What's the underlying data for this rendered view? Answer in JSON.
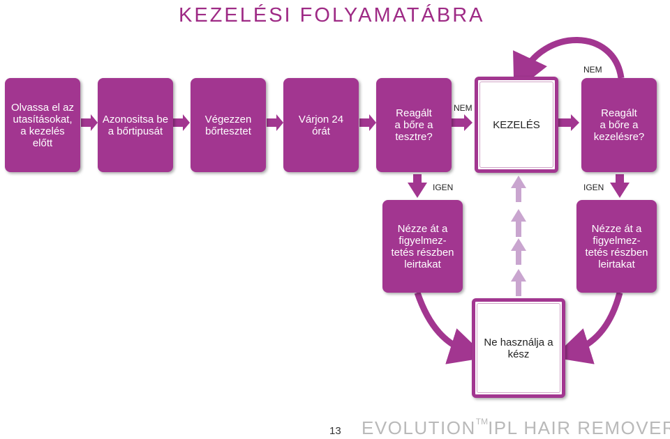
{
  "title": "KEZELÉSI FOLYAMATÁBRA",
  "steps": [
    {
      "id": "read",
      "label": "Olvassa el az\nutasításokat,\na kezelés\nelőtt"
    },
    {
      "id": "skin-type",
      "label": "Azonositsa be\na bőrtipusát"
    },
    {
      "id": "skin-test",
      "label": "Végezzen\nbőrtesztet"
    },
    {
      "id": "wait",
      "label": "Várjon 24\nórát"
    },
    {
      "id": "reacted-test",
      "label": "Reagált\na bőre a\ntesztre?"
    },
    {
      "id": "treatment",
      "label": "KEZELÉS"
    },
    {
      "id": "reacted-treatment",
      "label": "Reagált\na bőre a\nkezelésre?"
    },
    {
      "id": "warnings-1",
      "label": "Nézze át a\nfigyelmez-\ntetés részben\nleirtakat"
    },
    {
      "id": "warnings-2",
      "label": "Nézze át a\nfigyelmez-\ntetés részben\nleirtakat"
    },
    {
      "id": "do-not-use",
      "label": "Ne használja a\nkész"
    }
  ],
  "labels": {
    "no_top": "NEM",
    "no_mid": "NEM",
    "yes_left": "IGEN",
    "yes_right": "IGEN"
  },
  "footer": {
    "page_number": "13",
    "brand": "EVOLUTION",
    "trademark": "TM",
    "product": "IPL HAIR REMOVER"
  },
  "colors": {
    "box": "#a23690",
    "arrow": "#a23690",
    "arrow_light": "#c9a5cf",
    "title": "#9e2a85"
  }
}
